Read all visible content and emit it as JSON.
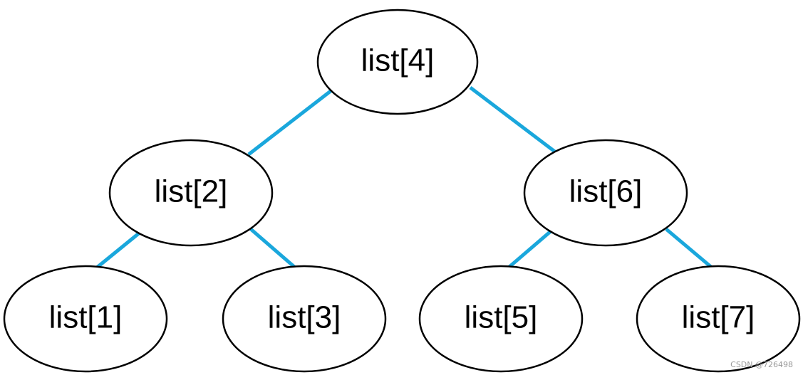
{
  "diagram": {
    "type": "binary-tree",
    "edge_color": "#1aa7dc",
    "nodes": [
      {
        "id": "n4",
        "label": "list[4]"
      },
      {
        "id": "n2",
        "label": "list[2]"
      },
      {
        "id": "n6",
        "label": "list[6]"
      },
      {
        "id": "n1",
        "label": "list[1]"
      },
      {
        "id": "n3",
        "label": "list[3]"
      },
      {
        "id": "n5",
        "label": "list[5]"
      },
      {
        "id": "n7",
        "label": "list[7]"
      }
    ],
    "edges": [
      {
        "from": "n4",
        "to": "n2"
      },
      {
        "from": "n4",
        "to": "n6"
      },
      {
        "from": "n2",
        "to": "n1"
      },
      {
        "from": "n2",
        "to": "n3"
      },
      {
        "from": "n6",
        "to": "n5"
      },
      {
        "from": "n6",
        "to": "n7"
      }
    ]
  },
  "watermark": "CSDN @726498"
}
